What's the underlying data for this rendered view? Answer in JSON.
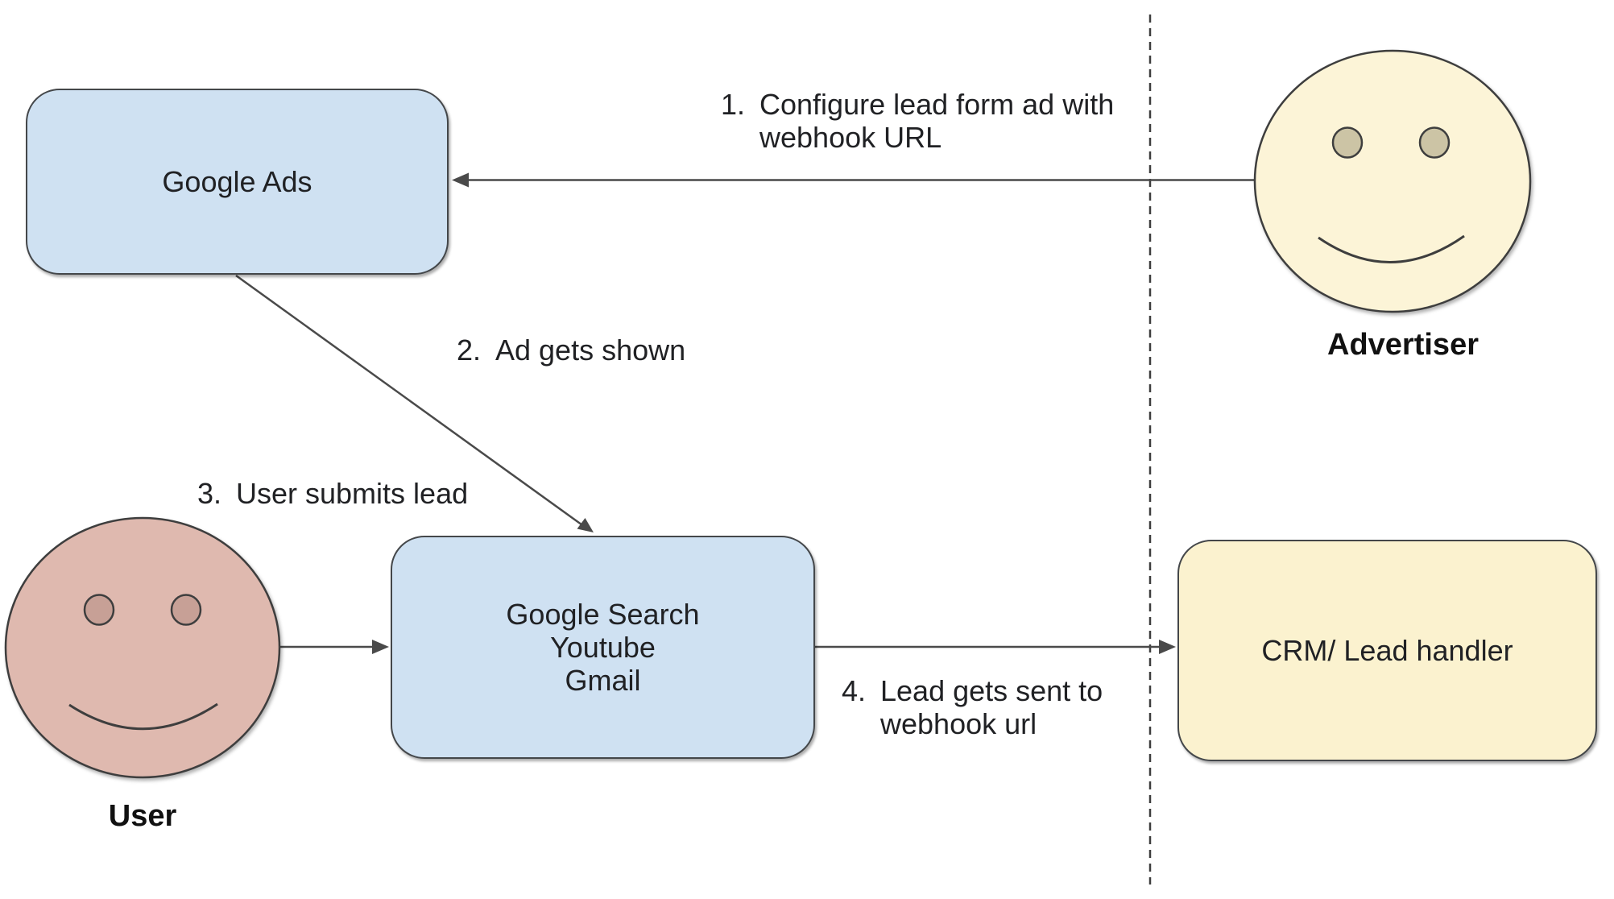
{
  "diagram": {
    "boxes": {
      "google_ads": {
        "label": "Google Ads"
      },
      "google_properties": {
        "lines": [
          "Google Search",
          "Youtube",
          "Gmail"
        ]
      },
      "crm": {
        "label": "CRM/ Lead handler"
      }
    },
    "actors": {
      "advertiser": {
        "label": "Advertiser"
      },
      "user": {
        "label": "User"
      }
    },
    "steps": [
      {
        "num": "1.",
        "text": "Configure lead form ad with webhook URL"
      },
      {
        "num": "2.",
        "text": "Ad gets shown"
      },
      {
        "num": "3.",
        "text": "User submits lead"
      },
      {
        "num": "4.",
        "text": "Lead gets sent to webhook url"
      }
    ],
    "colors": {
      "box_blue": "#cfe1f2",
      "box_yellow": "#fbf2cf",
      "face_yellow": "#fcf4d7",
      "face_pink": "#dfb9af",
      "eye_pink": "#c7a096",
      "eye_khaki": "#ccc4a5",
      "stroke": "#44474a",
      "text": "#202124"
    }
  }
}
